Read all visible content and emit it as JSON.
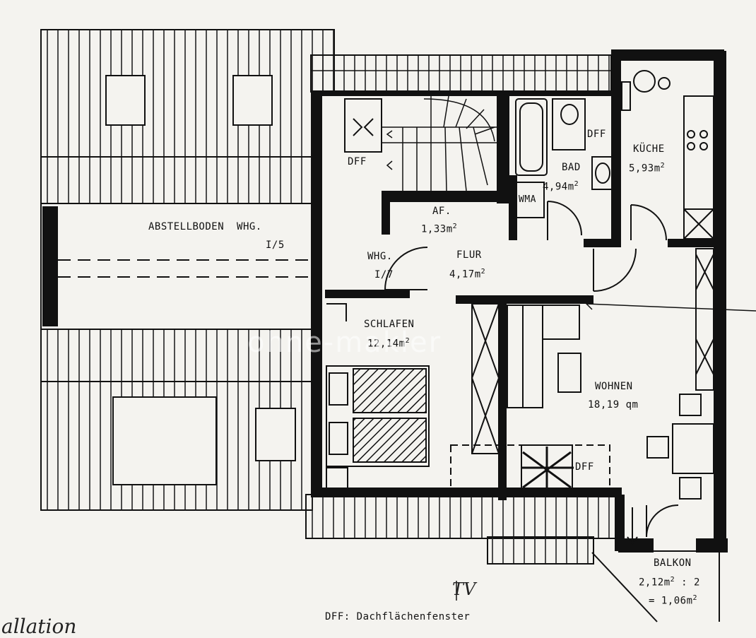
{
  "rooms": {
    "abstellboden": {
      "name": "ABSTELLBODEN",
      "whg": "WHG.",
      "unit": "I/5"
    },
    "flur_whg": {
      "whg": "WHG.",
      "unit": "I/7"
    },
    "af": {
      "name": "AF.",
      "area": "1,33m",
      "exp": "2"
    },
    "flur": {
      "name": "FLUR",
      "area": "4,17m",
      "exp": "2"
    },
    "bad": {
      "name": "BAD",
      "area": "4,94m",
      "exp": "2"
    },
    "kueche": {
      "name": "KÜCHE",
      "area": "5,93m",
      "exp": "2"
    },
    "schlafen": {
      "name": "SCHLAFEN",
      "area": "12,14m",
      "exp": "2"
    },
    "wohnen": {
      "name": "WOHNEN",
      "area": "18,19 qm"
    },
    "balkon": {
      "name": "BALKON",
      "line1": "2,12m",
      "line1_exp": "2",
      "line1_suffix": " : 2",
      "line2": "= 1,06m",
      "line2_exp": "2"
    }
  },
  "fixtures": {
    "wma": "WMA",
    "dff_stair": "DFF",
    "dff_bath": "DFF",
    "dff_living": "DFF"
  },
  "legend": "DFF: Dachflächenfenster",
  "annotations": {
    "tv": "TV",
    "handwriting": "allation"
  },
  "watermark": "ohne-makler",
  "colors": {
    "ink": "#111111",
    "paper": "#f4f3ef"
  }
}
